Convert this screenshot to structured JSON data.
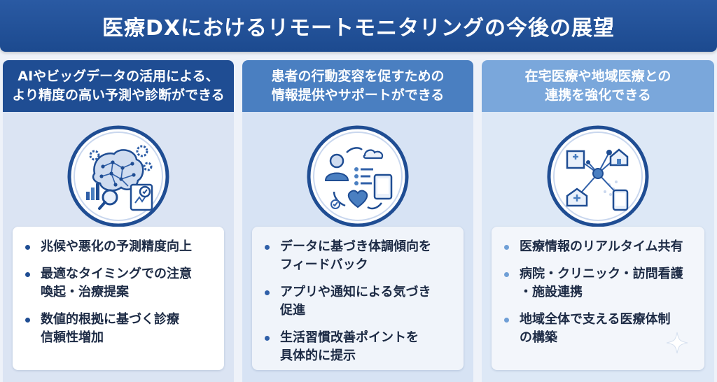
{
  "title": "医療DXにおけるリモートモニタリングの今後の展望",
  "columns": [
    {
      "heading": [
        "AIやビッグデータの活用による、",
        "より精度の高い予測や診断ができる"
      ],
      "icon": "ai-brain-analytics-icon",
      "items": [
        [
          "兆候や悪化の予測精度向上"
        ],
        [
          "最適なタイミングでの注意",
          "喚起・治療提案"
        ],
        [
          "数値的根拠に基づく診療",
          "信頼性増加"
        ]
      ]
    },
    {
      "heading": [
        "患者の行動変容を促すための",
        "情報提供やサポートができる"
      ],
      "icon": "patient-feedback-cycle-icon",
      "items": [
        [
          "データに基づき体調傾向を",
          "フィードバック"
        ],
        [
          "アプリや通知による気づき",
          "促進"
        ],
        [
          "生活習慣改善ポイントを",
          "具体的に提示"
        ]
      ]
    },
    {
      "heading": [
        "在宅医療や地域医療との",
        "連携を強化できる"
      ],
      "icon": "regional-network-icon",
      "items": [
        [
          "医療情報のリアルタイム共有"
        ],
        [
          "病院・クリニック・訪問看護",
          "・施設連携"
        ],
        [
          "地域全体で支える医療体制",
          "の構築"
        ]
      ]
    }
  ],
  "colors": {
    "banner": "#1c4a8f",
    "col1_head": "#1f4d93",
    "col2_head": "#4a7fc1",
    "col3_head": "#7aa7db",
    "text": "#1d2b45"
  }
}
